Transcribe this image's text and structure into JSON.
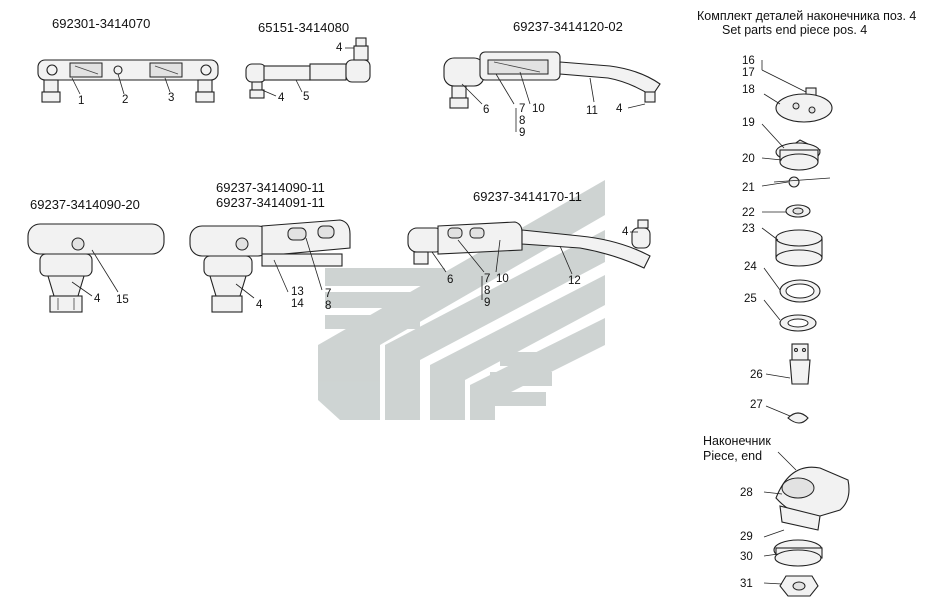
{
  "assemblies": [
    {
      "code": "692301-3414070"
    },
    {
      "code": "65151-3414080"
    },
    {
      "code": "69237-3414120-02"
    },
    {
      "code": "69237-3414090-20"
    },
    {
      "code": "69237-3414090-11"
    },
    {
      "code": "69237-3414091-11"
    },
    {
      "code": "69237-3414170-11"
    }
  ],
  "kit": {
    "title_ru": "Комплект деталей наконечника поз. 4",
    "title_en": "Set parts end  piece pos. 4"
  },
  "piece": {
    "title_ru": "Наконечник",
    "title_en": "Piece, end"
  },
  "callouts": {
    "a1": [
      "1",
      "2",
      "3"
    ],
    "a2": [
      "4",
      "4",
      "5"
    ],
    "a3": [
      "6",
      "7",
      "8",
      "9",
      "10",
      "11",
      "4"
    ],
    "a4": [
      "4",
      "15"
    ],
    "a5": [
      "4",
      "13",
      "14",
      "7",
      "8"
    ],
    "a6": [
      "4",
      "6",
      "7",
      "8",
      "9",
      "10",
      "12"
    ],
    "kit": [
      "16",
      "17",
      "18",
      "19",
      "20",
      "21",
      "22",
      "23",
      "24",
      "25",
      "26",
      "27"
    ],
    "piece": [
      "28",
      "29",
      "30",
      "31"
    ]
  },
  "colors": {
    "watermark": "#c9cfce",
    "line": "#222222"
  }
}
